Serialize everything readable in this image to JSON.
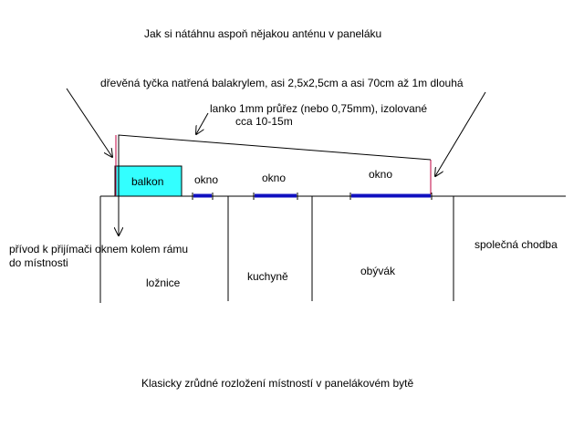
{
  "title": "Jak si nátáhnu aspoň nějakou anténu v paneláku",
  "annotations": {
    "stick": "dřevěná tyčka natřená balakrylem, asi 2,5x2,5cm a asi 70cm až 1m dlouhá",
    "wire_line1": "lanko 1mm průřez (nebo 0,75mm), izolované",
    "wire_line2": "cca 10-15m",
    "feed_line1": "přívod k přijímači oknem kolem rámu",
    "feed_line2": "do místnosti"
  },
  "rooms": {
    "balcony": "balkon",
    "window1": "okno",
    "window2": "okno",
    "window3": "okno",
    "bedroom": "ložnice",
    "kitchen": "kuchyně",
    "living_room": "obývák",
    "corridor": "společná chodba"
  },
  "caption": "Klasicky zrůdné rozložení místností v panelákovém bytě",
  "colors": {
    "balcony_fill": "#33ffff",
    "window": "#1010c0",
    "stick": "#c00040",
    "line": "#000000"
  }
}
